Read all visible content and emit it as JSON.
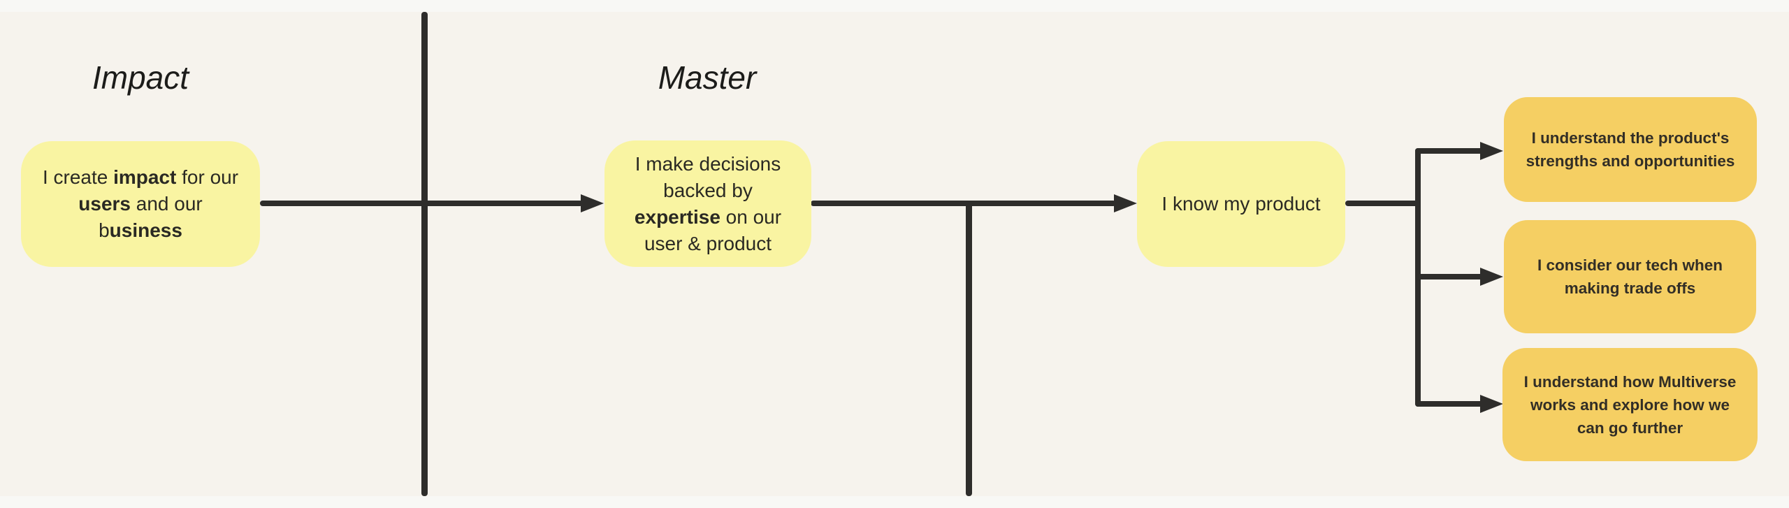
{
  "canvas": {
    "type": "whiteboard-flow-diagram",
    "background_color": "#f6f3ed",
    "edge_strip_color": "#f8f8f5",
    "connector_color": "#2e2d2b",
    "light_note_color": "#f9f4a2",
    "orange_note_color": "#f5cf63"
  },
  "columns": [
    {
      "heading": "Impact"
    },
    {
      "heading": "Master"
    }
  ],
  "notes": {
    "impact": {
      "color": "#f9f4a2",
      "segments": [
        {
          "text": "I create ",
          "bold": false
        },
        {
          "text": "impact",
          "bold": true
        },
        {
          "text": " for our ",
          "bold": false
        },
        {
          "text": "users",
          "bold": true
        },
        {
          "text": " and our b",
          "bold": false
        },
        {
          "text": "usiness",
          "bold": true
        }
      ]
    },
    "master": {
      "color": "#f9f4a2",
      "segments": [
        {
          "text": "I make decisions backed by ",
          "bold": false
        },
        {
          "text": "expertise",
          "bold": true
        },
        {
          "text": " on our user & product",
          "bold": false
        }
      ]
    },
    "know_product": {
      "color": "#f9f4a2",
      "segments": [
        {
          "text": "I know my product",
          "bold": false
        }
      ]
    },
    "strengths": {
      "color": "#f5cf63",
      "segments": [
        {
          "text": "I understand the product's strengths and opportunities",
          "bold": true
        }
      ]
    },
    "tech_tradeoffs": {
      "color": "#f5cf63",
      "segments": [
        {
          "text": "I consider our tech when making trade offs",
          "bold": true
        }
      ]
    },
    "multiverse": {
      "color": "#f5cf63",
      "segments": [
        {
          "text": "I understand how Multiverse works and explore how we can go further",
          "bold": true
        }
      ]
    }
  }
}
